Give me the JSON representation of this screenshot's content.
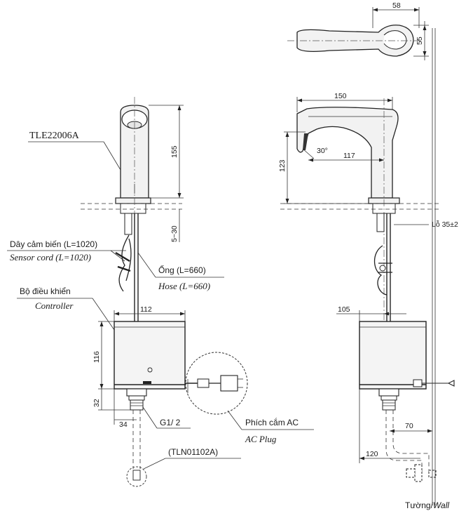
{
  "labels": {
    "model": "TLE22006A",
    "sensor_cord_vi": "Dây cảm biến (L=1020)",
    "sensor_cord_en": "Sensor cord (L=1020)",
    "hose_vi": "Ống (L=660)",
    "hose_en": "Hose (L=660)",
    "controller_vi": "Bộ điều khiển",
    "controller_en": "Controller",
    "thread": "G1/ 2",
    "plug_vi": "Phích cắm AC",
    "plug_en": "AC Plug",
    "accessory": "(TLN01102A)",
    "hole": "Lỗ 35±2",
    "wall_vi": "Tường/",
    "wall_en": "Wall"
  },
  "dimensions": {
    "spout_height": "155",
    "deck_thickness": "5~30",
    "controller_width": "112",
    "controller_height": "116",
    "connector_height": "32",
    "connector_offset": "34",
    "top_width": "58",
    "top_depth": "55",
    "reach": "150",
    "outlet_height": "123",
    "spout_angle": "30°",
    "reach_inner": "117",
    "side_controller_depth": "105",
    "drain_offset": "70",
    "drain_length": "120"
  }
}
